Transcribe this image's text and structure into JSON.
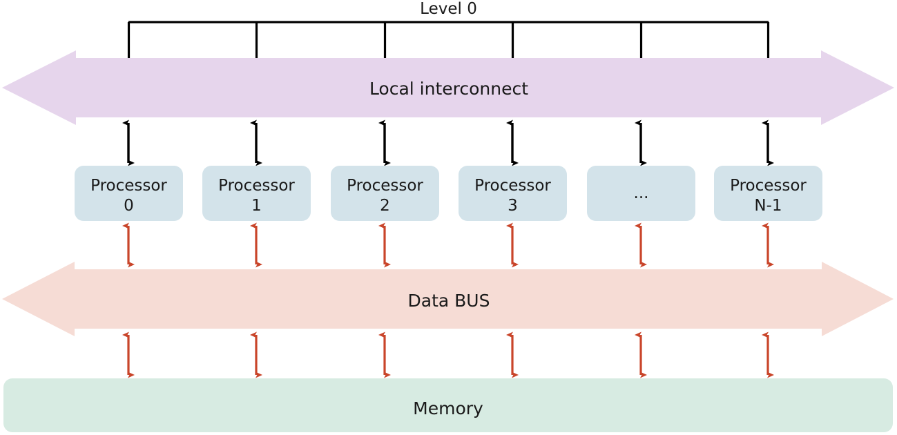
{
  "diagram": {
    "title": "Level 0",
    "level_bracket": {
      "label": "Level 0",
      "tick_count": 6
    },
    "local_interconnect": {
      "label": "Local interconnect",
      "color": "#E6D5EC",
      "shape": "double-headed-arrow"
    },
    "data_bus": {
      "label": "Data BUS",
      "color": "#F6DCD5",
      "shape": "double-headed-arrow"
    },
    "memory": {
      "label": "Memory",
      "color": "#D7EBE2",
      "shape": "rounded-rectangle"
    },
    "processors": [
      {
        "line1": "Processor",
        "line2": "0"
      },
      {
        "line1": "Processor",
        "line2": "1"
      },
      {
        "line1": "Processor",
        "line2": "2"
      },
      {
        "line1": "Processor",
        "line2": "3"
      },
      {
        "line1": "...",
        "line2": ""
      },
      {
        "line1": "Processor",
        "line2": "N-1"
      }
    ],
    "processor_box_color": "#D3E3EA",
    "arrows": {
      "top_arrow_color": "#000000",
      "bus_arrow_color": "#C9452A",
      "memory_arrow_color": "#C9452A"
    }
  }
}
